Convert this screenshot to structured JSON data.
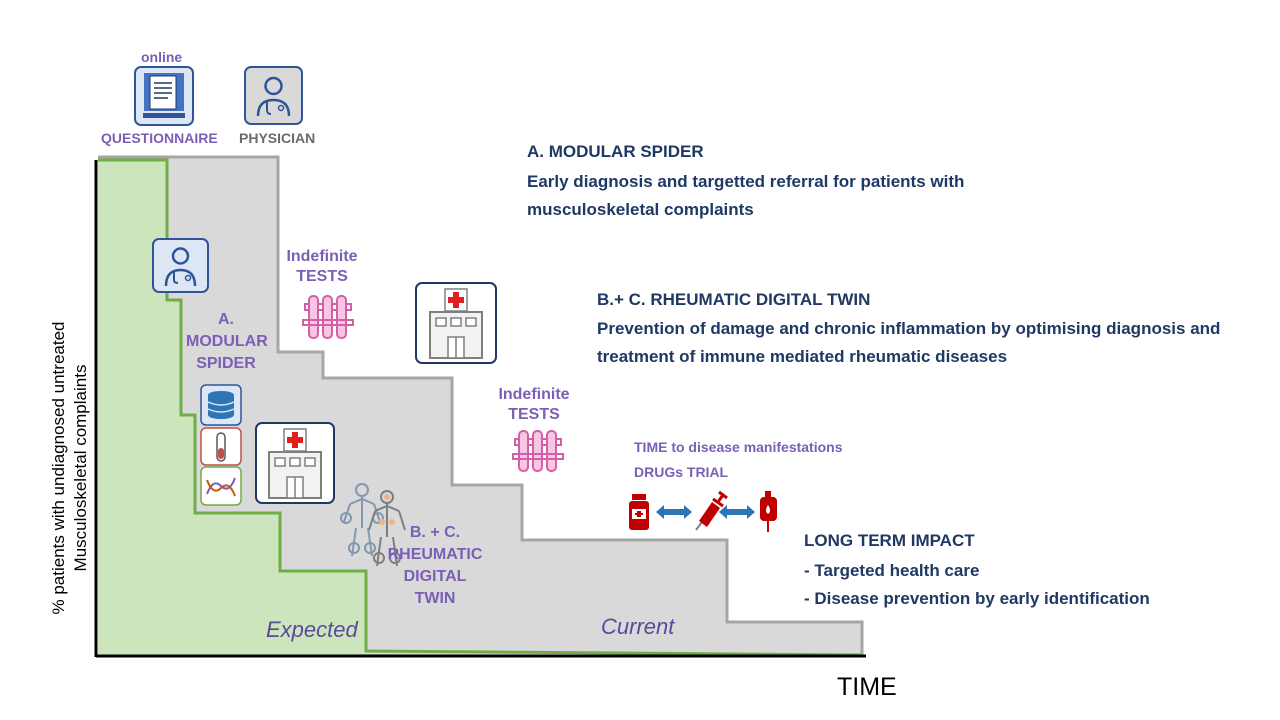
{
  "icons_top": {
    "online_label": "online",
    "questionnaire_label": "QUESTIONNAIRE",
    "physician_label": "PHYSICIAN"
  },
  "steps": {
    "modular_spider_label_line1": "A.",
    "modular_spider_label_line2": "MODULAR",
    "modular_spider_label_line3": "SPIDER",
    "tests1_line1": "Indefinite",
    "tests1_line2": "TESTS",
    "tests2_line1": "Indefinite",
    "tests2_line2": "TESTS",
    "twin_line1": "B. + C.",
    "twin_line2": "RHEUMATIC",
    "twin_line3": "DIGITAL",
    "twin_line4": "TWIN",
    "time_to_disease": "TIME to disease manifestations",
    "drugs_trial": "DRUGs TRIAL"
  },
  "areas": {
    "expected_label": "Expected",
    "current_label": "Current"
  },
  "axes": {
    "ylabel_line1": "% patients with undiagnosed untreated",
    "ylabel_line2": "Musculoskeletal complaints",
    "xlabel": "TIME"
  },
  "descriptions": {
    "a_title": "A. MODULAR SPIDER",
    "a_line1": "Early diagnosis and targetted referral for patients with",
    "a_line2": "musculoskeletal complaints",
    "bc_title": "B.+ C. RHEUMATIC DIGITAL TWIN",
    "bc_line1": "Prevention of damage and chronic inflammation by optimising  diagnosis and",
    "bc_line2": "treatment of immune mediated rheumatic diseases",
    "impact_title": "LONG TERM IMPACT",
    "impact_item1": "- Targeted health care",
    "impact_item2": "- Disease prevention by early identification"
  },
  "colors": {
    "expected_fill": "#cce5bd",
    "expected_line": "#70ad47",
    "current_fill": "#d9d9d9",
    "current_line": "#a6a6a6",
    "purple_text": "#7b5fb5",
    "navy_text": "#1f3864"
  },
  "icon_names": [
    "questionnaire-monitor-icon",
    "physician-icon",
    "hospital-icon",
    "test-tubes-icon",
    "database-icon",
    "test-tube-icon",
    "dna-icon",
    "robot-figures-icon",
    "medicine-bottle-icon",
    "syringe-icon",
    "blood-bag-icon",
    "double-arrow-icon"
  ]
}
